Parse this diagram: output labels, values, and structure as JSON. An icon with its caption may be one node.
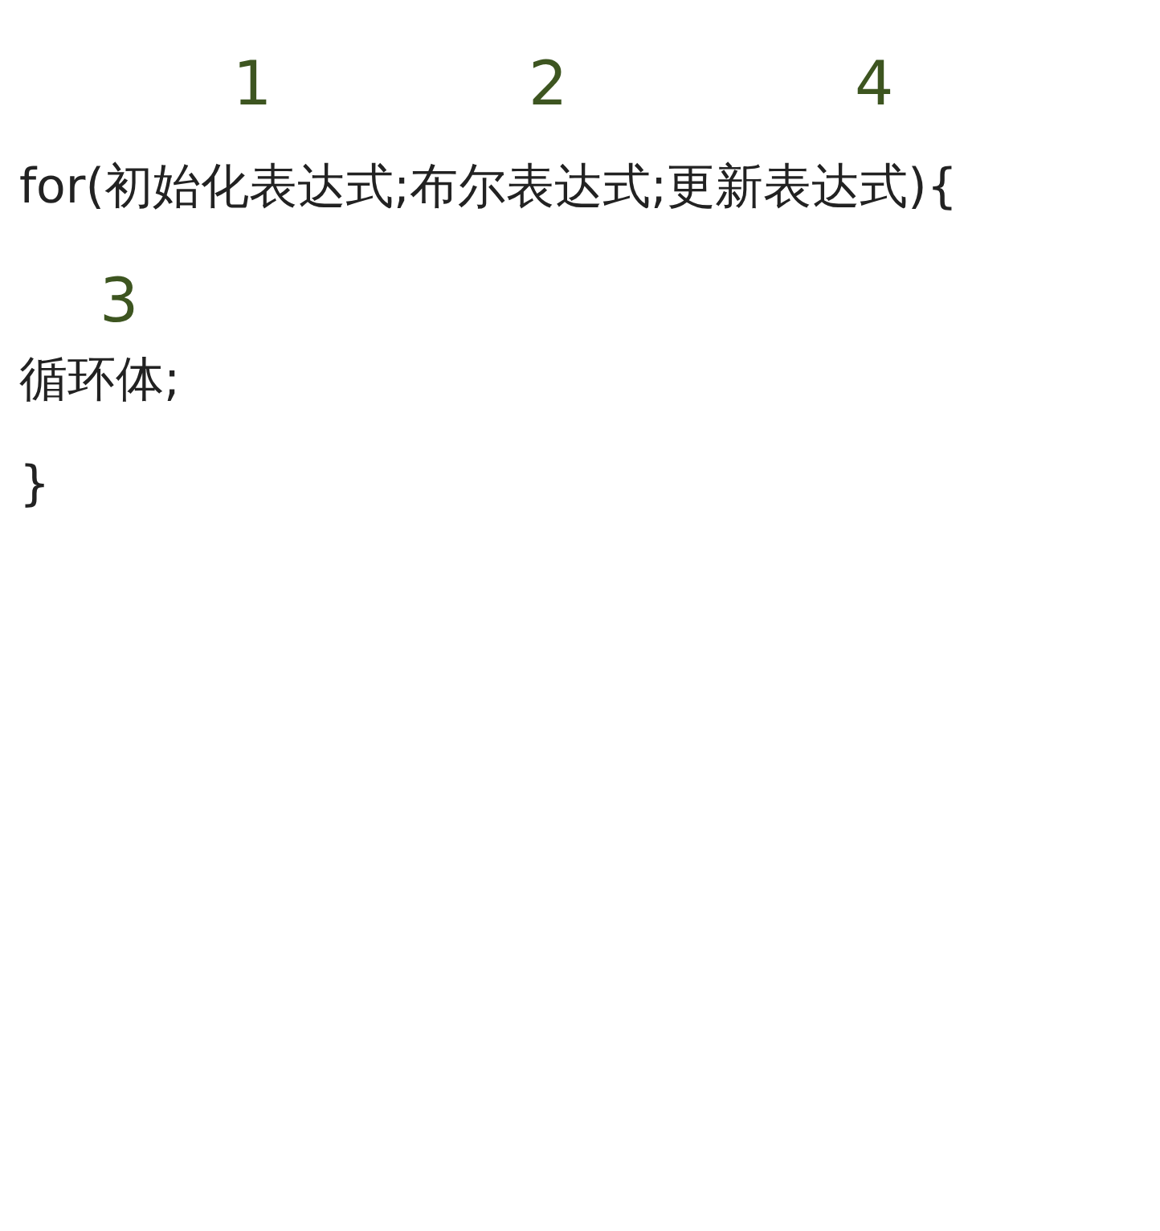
{
  "diagram": {
    "labels": [
      "1",
      "2",
      "4",
      "for(初始化表达式;布尔表达式;更新表达式){",
      "3",
      "循环体;",
      "}"
    ]
  }
}
